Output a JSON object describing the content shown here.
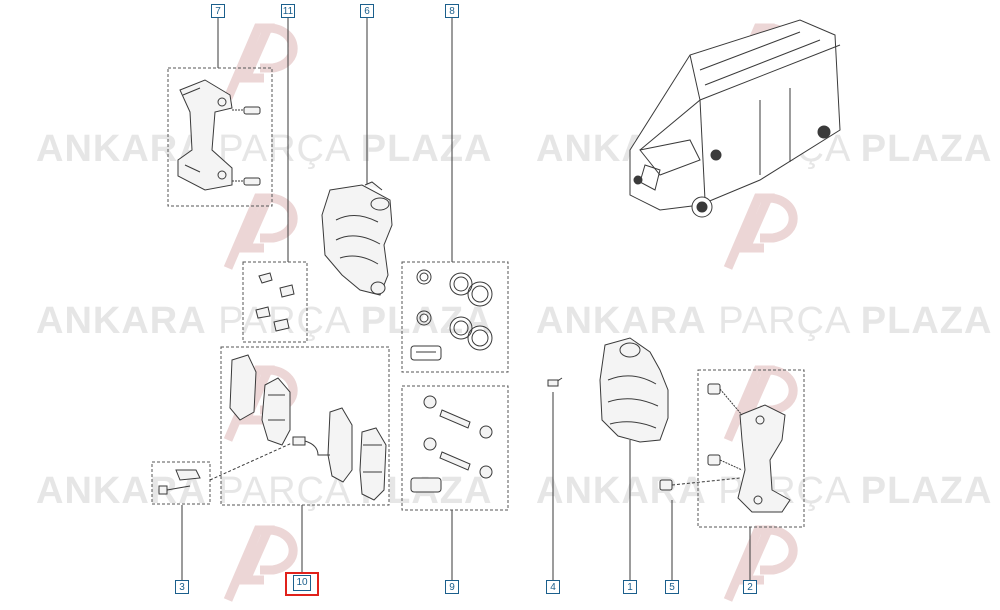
{
  "watermark": {
    "brand_bold_1": "ANKARA",
    "brand_light": "PARÇA",
    "brand_bold_2": "PLAZA",
    "logo_letters": "AP",
    "color": "#e6e6e6"
  },
  "callouts": [
    {
      "id": "c7",
      "label": "7"
    },
    {
      "id": "c11",
      "label": "11"
    },
    {
      "id": "c6",
      "label": "6"
    },
    {
      "id": "c8",
      "label": "8"
    },
    {
      "id": "c3",
      "label": "3"
    },
    {
      "id": "c10",
      "label": "10",
      "highlighted": true
    },
    {
      "id": "c9",
      "label": "9"
    },
    {
      "id": "c4",
      "label": "4"
    },
    {
      "id": "c1",
      "label": "1"
    },
    {
      "id": "c5",
      "label": "5"
    },
    {
      "id": "c2",
      "label": "2"
    }
  ],
  "colors": {
    "line": "#3a3a3a",
    "callout_border": "#1b5f8c",
    "highlight": "#e0211b",
    "part_fill": "#f4f4f4"
  },
  "icons": {
    "vehicle": "van-icon",
    "caliper": "brake-caliper-icon",
    "carrier": "caliper-bracket-icon",
    "pads": "brake-pad-icon",
    "bolt": "bolt-icon",
    "seal": "seal-ring-icon",
    "guide_pin": "guide-pin-icon",
    "bleed_screw": "bleed-screw-icon"
  }
}
